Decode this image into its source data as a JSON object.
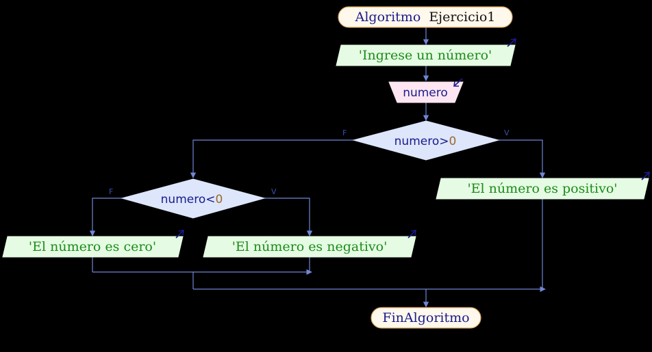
{
  "diagram": {
    "start": {
      "keyword": "Algoritmo",
      "name": "Ejercicio1"
    },
    "output1": "'Ingrese un número'",
    "input1": "numero",
    "decision1": {
      "variable": "numero",
      "operator": ">",
      "value": "0",
      "true_label": "V",
      "false_label": "F"
    },
    "output_positive": "'El número es positivo'",
    "decision2": {
      "variable": "numero",
      "operator": "<",
      "value": "0",
      "true_label": "V",
      "false_label": "F"
    },
    "output_zero": "'El número es cero'",
    "output_negative": "'El número es negativo'",
    "end": "FinAlgoritmo"
  },
  "colors": {
    "background": "#000000",
    "terminal_fill": "#fff8ec",
    "terminal_stroke": "#d9a35a",
    "output_fill": "#e6fbe3",
    "input_fill": "#fde6f2",
    "decision_fill": "#dde6fb",
    "connector": "#6f87d6",
    "keyword_text": "#1a1a8c",
    "string_text": "#1a8c1a",
    "number_text": "#9a6a2a"
  }
}
